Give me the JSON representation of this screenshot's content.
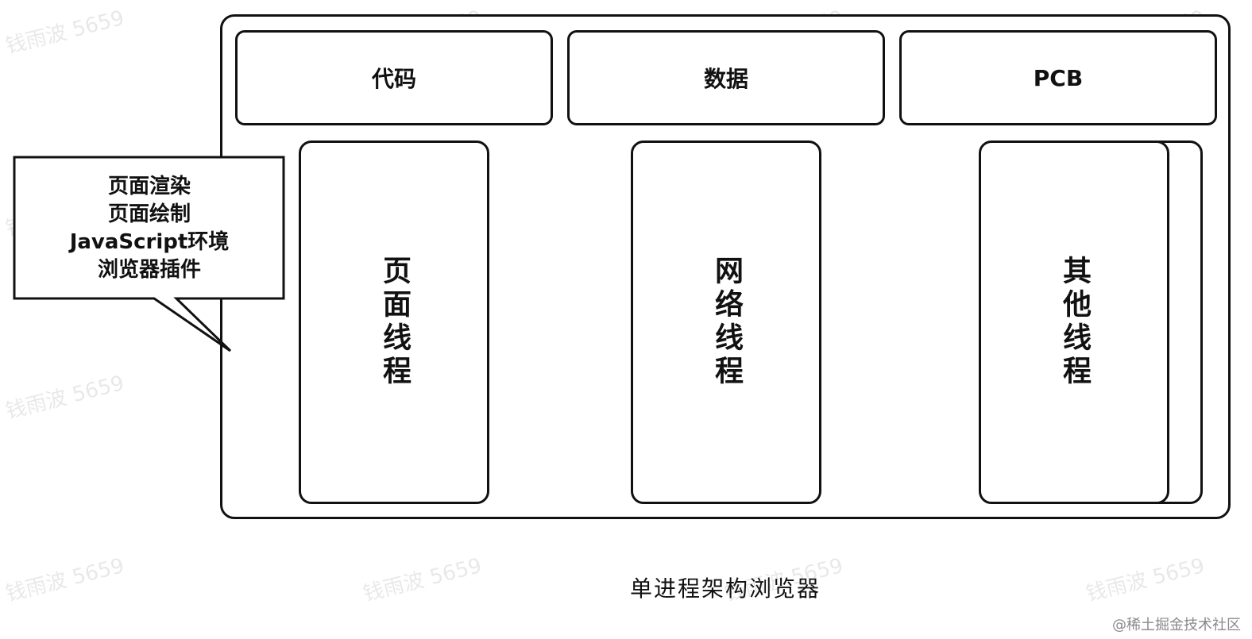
{
  "process": {
    "sections": {
      "code": "代码",
      "data": "数据",
      "pcb": "PCB"
    },
    "threads": {
      "page": "页面线程",
      "network": "网络线程",
      "other": "其他线程"
    }
  },
  "callout": {
    "lines": [
      "页面渲染",
      "页面绘制",
      "JavaScript环境",
      "浏览器插件"
    ]
  },
  "caption": "单进程架构浏览器",
  "watermark": "钱雨波 5659",
  "credit": "@稀土掘金技术社区"
}
